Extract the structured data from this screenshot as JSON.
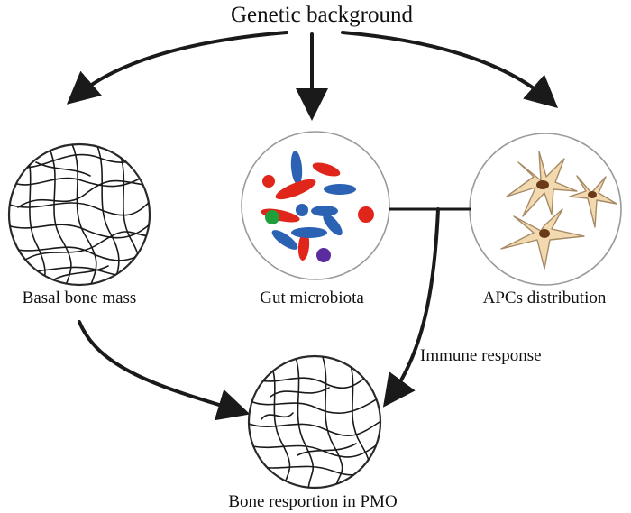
{
  "title": "Genetic background",
  "nodes": {
    "basal": {
      "label": "Basal bone mass"
    },
    "gut": {
      "label": "Gut microbiota"
    },
    "apc": {
      "label": "APCs distribution"
    },
    "bone": {
      "label": "Bone resportion in PMO"
    }
  },
  "edges": {
    "immune_label": "Immune response"
  },
  "colors": {
    "red": "#e0251b",
    "blue": "#2b62b3",
    "green": "#1e9f3a",
    "purple": "#5b2ca0",
    "cell_fill": "#f3d9b0",
    "cell_stroke": "#a68a66",
    "nucleus": "#6b3a18"
  }
}
